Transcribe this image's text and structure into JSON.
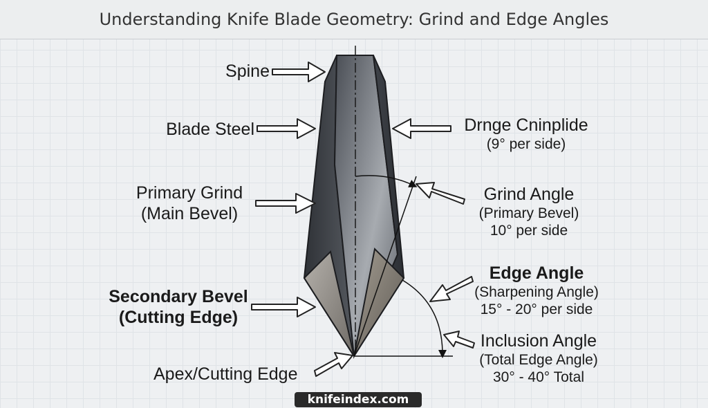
{
  "title": "Understanding Knife Blade Geometry: Grind and Edge Angles",
  "labels": {
    "spine": "Spine",
    "blade_steel": "Blade Steel",
    "primary_grind": [
      "Primary Grind",
      "(Main Bevel)"
    ],
    "secondary_bevel": [
      "Secondary Bevel",
      "(Cutting Edge)"
    ],
    "apex": "Apex/Cutting Edge",
    "drnge": [
      "Drnge Cninplide",
      "(9° per side)"
    ],
    "grind_angle": [
      "Grind Angle",
      "(Primary Bevel)",
      "10° per side"
    ],
    "edge_angle": [
      "Edge Angle",
      "(Sharpening Angle)",
      "15° - 20° per side"
    ],
    "inclusion_angle": [
      "Inclusion Angle",
      "(Total Edge Angle)",
      "30° - 40° Total"
    ]
  },
  "watermark": "knifeindex.com",
  "colors": {
    "blade_dark": "#3b3e44",
    "blade_mid": "#6a6e75",
    "blade_light": "#a5a9ae",
    "bevel": "#8c8a86",
    "arrow_outline": "#222222"
  }
}
